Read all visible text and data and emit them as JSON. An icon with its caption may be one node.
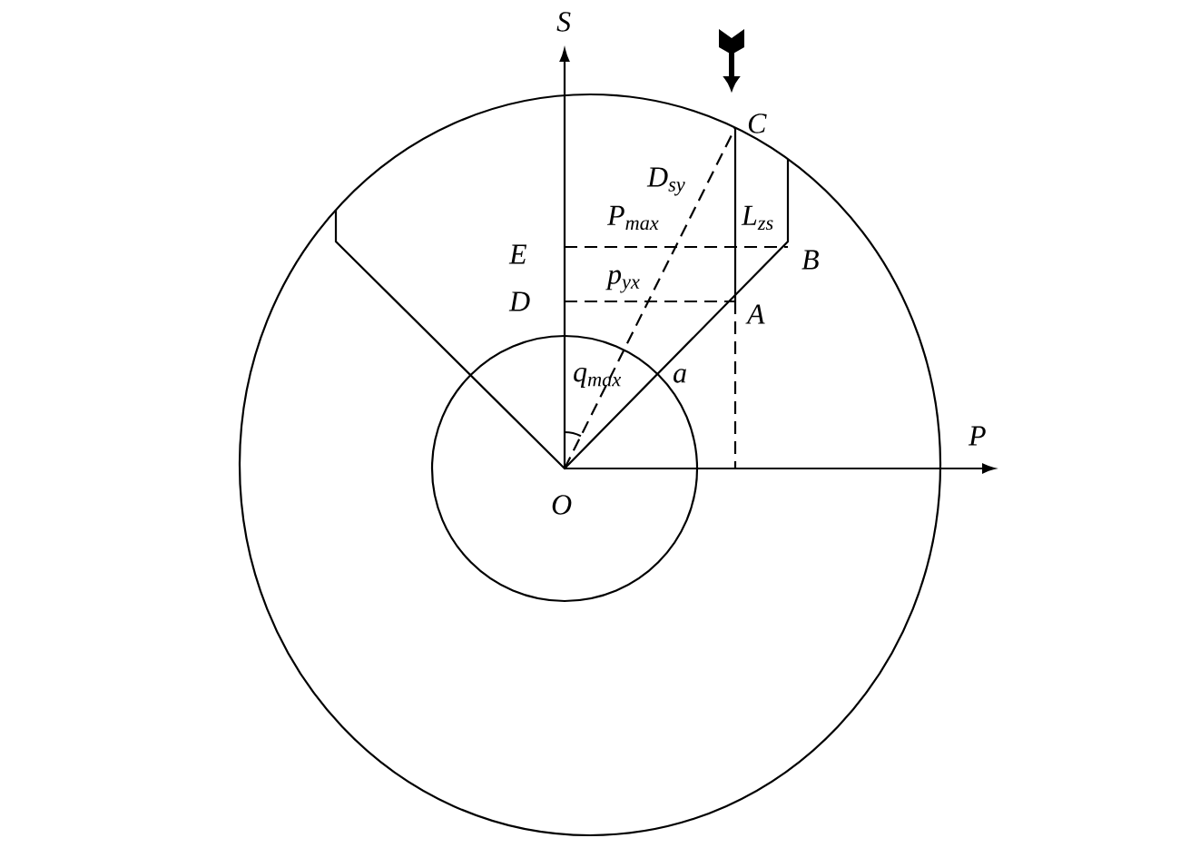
{
  "diagram": {
    "labels": [
      "S",
      "C",
      "D$_{sy}$",
      "P$_{max}$",
      "L$_{zs}$",
      "E",
      "B",
      "p$_{yx}$",
      "D",
      "A",
      "q$_{max}$",
      "a",
      "P",
      "O"
    ]
  }
}
